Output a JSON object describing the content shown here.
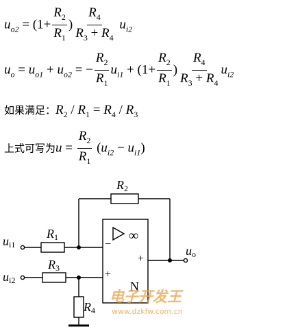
{
  "equations": {
    "eq1": {
      "lhs": "u",
      "lhs_sub": "o2",
      "equals": "=",
      "open": "(1+",
      "f1_num": "R",
      "f1_num_sub": "2",
      "f1_den": "R",
      "f1_den_sub": "1",
      "close": ")",
      "f2_num": "R",
      "f2_num_sub": "4",
      "f2_den_a": "R",
      "f2_den_a_sub": "3",
      "f2_den_plus": " + ",
      "f2_den_b": "R",
      "f2_den_b_sub": "4",
      "tail": "u",
      "tail_sub": "i2"
    },
    "eq2": {
      "a": "u",
      "a_sub": "o",
      "eq1": " = ",
      "b": "u",
      "b_sub": "o1",
      "plus": " + ",
      "c": "u",
      "c_sub": "o2",
      "eq2": " = −",
      "f1_num": "R",
      "f1_num_sub": "2",
      "f1_den": "R",
      "f1_den_sub": "1",
      "d": "u",
      "d_sub": "i1",
      "plus2": " + (1+",
      "f2_num": "R",
      "f2_num_sub": "2",
      "f2_den": "R",
      "f2_den_sub": "1",
      "close": ")",
      "f3_num": "R",
      "f3_num_sub": "4",
      "f3_den_a": "R",
      "f3_den_a_sub": "3",
      "f3_den_plus": " + ",
      "f3_den_b": "R",
      "f3_den_b_sub": "4",
      "e": "u",
      "e_sub": "i2"
    },
    "condition": {
      "prefix": "如果满足：",
      "r2": "R",
      "r2_sub": "2",
      "slash1": " / ",
      "r1": "R",
      "r1_sub": "1",
      "eq": " = ",
      "r4": "R",
      "r4_sub": "4",
      "slash2": " / ",
      "r3": "R",
      "r3_sub": "3"
    },
    "result": {
      "prefix": "上式可写为",
      "u": "u",
      "eq": " = ",
      "f_num": "R",
      "f_num_sub": "2",
      "f_den": "R",
      "f_den_sub": "1",
      "open": " (",
      "a": "u",
      "a_sub": "i2",
      "minus": " − ",
      "b": "u",
      "b_sub": "i1",
      "close": ")"
    }
  },
  "circuit": {
    "r2_label": "R",
    "r2_sub": "2",
    "r1_label": "R",
    "r1_sub": "1",
    "r3_label": "R",
    "r3_sub": "3",
    "r4_label": "R",
    "r4_sub": "4",
    "ui1_label": "u",
    "ui1_sub": "i1",
    "ui2_label": "u",
    "ui2_sub": "i2",
    "uo_label": "u",
    "uo_sub": "o",
    "infinity": "∞",
    "minus_sign": "−",
    "plus_in_sign": "+",
    "plus_out_sign": "+",
    "n_label": "N",
    "watermark_cn": "电子开发王",
    "watermark_url": "www.dzkfw.com.cn",
    "watermark_color": "#f0a040"
  }
}
